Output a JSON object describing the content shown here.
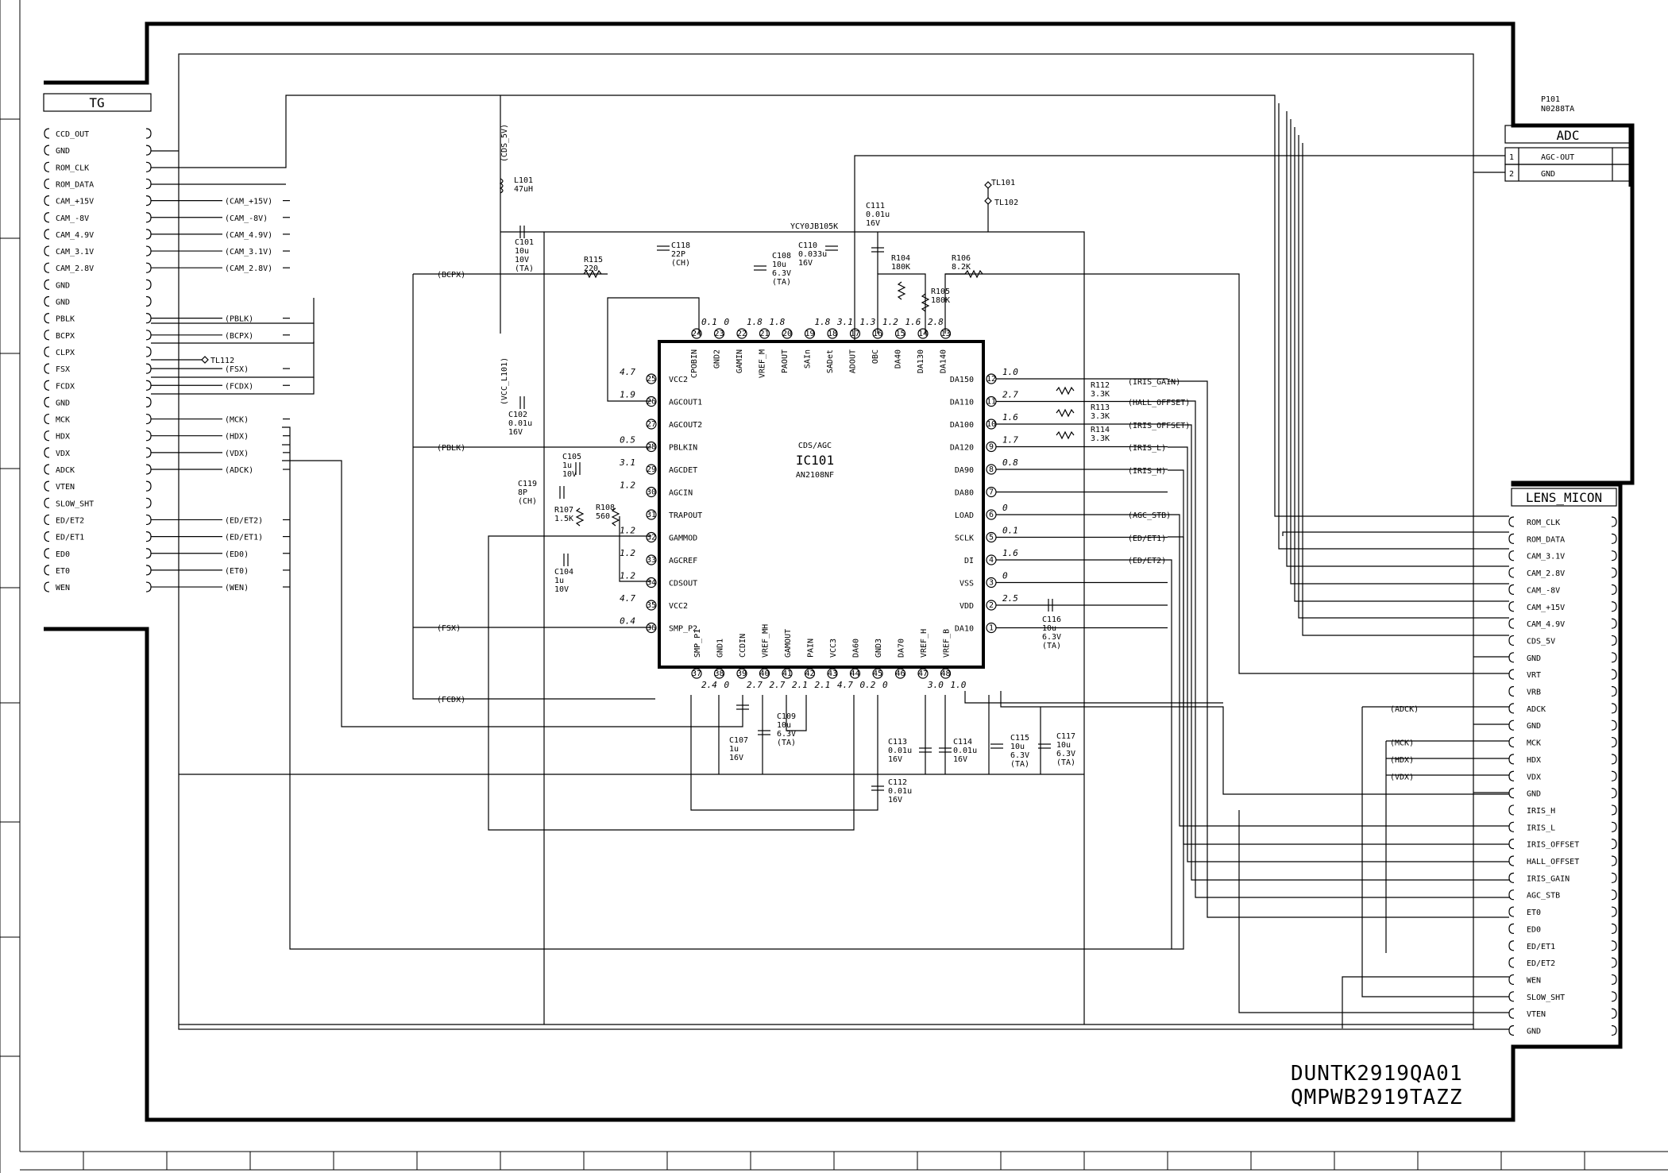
{
  "tg": {
    "header": "TG",
    "pins": [
      "CCD_OUT",
      "GND",
      "ROM_CLK",
      "ROM_DATA",
      "CAM_+15V",
      "CAM_-8V",
      "CAM_4.9V",
      "CAM_3.1V",
      "CAM_2.8V",
      "GND",
      "GND",
      "PBLK",
      "BCPX",
      "CLPX",
      "FSX",
      "FCDX",
      "GND",
      "MCK",
      "HDX",
      "VDX",
      "ADCK",
      "VTEN",
      "SLOW_SHT",
      "ED/ET2",
      "ED/ET1",
      "ED0",
      "ET0",
      "WEN"
    ]
  },
  "tg_net_labels": [
    {
      "row": 4,
      "text": "(CAM_+15V)"
    },
    {
      "row": 5,
      "text": "(CAM_-8V)"
    },
    {
      "row": 6,
      "text": "(CAM_4.9V)"
    },
    {
      "row": 7,
      "text": "(CAM_3.1V)"
    },
    {
      "row": 8,
      "text": "(CAM_2.8V)"
    },
    {
      "row": 11,
      "text": "(PBLK)"
    },
    {
      "row": 12,
      "text": "(BCPX)"
    },
    {
      "row": 14,
      "text": "(FSX)"
    },
    {
      "row": 15,
      "text": "(FCDX)"
    },
    {
      "row": 17,
      "text": "(MCK)"
    },
    {
      "row": 18,
      "text": "(HDX)"
    },
    {
      "row": 19,
      "text": "(VDX)"
    },
    {
      "row": 20,
      "text": "(ADCK)"
    },
    {
      "row": 23,
      "text": "(ED/ET2)"
    },
    {
      "row": 24,
      "text": "(ED/ET1)"
    },
    {
      "row": 25,
      "text": "(ED0)"
    },
    {
      "row": 26,
      "text": "(ET0)"
    },
    {
      "row": 27,
      "text": "(WEN)"
    }
  ],
  "tl112": "TL112",
  "adc": {
    "ref": "P101",
    "part": "N0288TA",
    "header": "ADC",
    "rows": [
      {
        "num": "1",
        "name": "AGC-OUT"
      },
      {
        "num": "2",
        "name": "GND"
      }
    ]
  },
  "tl101": "TL101",
  "tl102": "TL102",
  "lens": {
    "header": "LENS_MICON",
    "pins": [
      "ROM_CLK",
      "ROM_DATA",
      "CAM_3.1V",
      "CAM_2.8V",
      "CAM_-8V",
      "CAM_+15V",
      "CAM_4.9V",
      "CDS_5V",
      "GND",
      "VRT",
      "VRB",
      "ADCK",
      "GND",
      "MCK",
      "HDX",
      "VDX",
      "GND",
      "IRIS_H",
      "IRIS_L",
      "IRIS_OFFSET",
      "HALL_OFFSET",
      "IRIS_GAIN",
      "AGC_STB",
      "ET0",
      "ED0",
      "ED/ET1",
      "ED/ET2",
      "WEN",
      "SLOW_SHT",
      "VTEN",
      "GND"
    ]
  },
  "lens_net_labels": [
    {
      "row": 11,
      "text": "(ADCK)"
    },
    {
      "row": 13,
      "text": "(MCK)"
    },
    {
      "row": 14,
      "text": "(HDX)"
    },
    {
      "row": 15,
      "text": "(VDX)"
    }
  ],
  "ic": {
    "title": "CDS/AGC",
    "ref": "IC101",
    "part": "AN2108NF",
    "top_pins": [
      {
        "num": "24",
        "name": "CPOBIN",
        "v": "0.1"
      },
      {
        "num": "23",
        "name": "GND2",
        "v": "0"
      },
      {
        "num": "22",
        "name": "GAMIN",
        "v": "1.8"
      },
      {
        "num": "21",
        "name": "VREF_M",
        "v": "1.8"
      },
      {
        "num": "20",
        "name": "PAOUT",
        "v": ""
      },
      {
        "num": "19",
        "name": "SAIn",
        "v": "1.8"
      },
      {
        "num": "18",
        "name": "SADet",
        "v": "3.1"
      },
      {
        "num": "17",
        "name": "ADOUT",
        "v": "1.3"
      },
      {
        "num": "16",
        "name": "OBC",
        "v": "1.2"
      },
      {
        "num": "15",
        "name": "DA40",
        "v": "1.6"
      },
      {
        "num": "14",
        "name": "DA130",
        "v": "2.8"
      },
      {
        "num": "13",
        "name": "DA140",
        "v": ""
      }
    ],
    "left_pins": [
      {
        "num": "25",
        "name": "VCC2",
        "v": "4.7"
      },
      {
        "num": "26",
        "name": "AGCOUT1",
        "v": "1.9"
      },
      {
        "num": "27",
        "name": "AGCOUT2",
        "v": ""
      },
      {
        "num": "28",
        "name": "PBLKIN",
        "v": "0.5"
      },
      {
        "num": "29",
        "name": "AGCDET",
        "v": "3.1"
      },
      {
        "num": "30",
        "name": "AGCIN",
        "v": "1.2"
      },
      {
        "num": "31",
        "name": "TRAPOUT",
        "v": ""
      },
      {
        "num": "32",
        "name": "GAMMOD",
        "v": "1.2"
      },
      {
        "num": "33",
        "name": "AGCREF",
        "v": "1.2"
      },
      {
        "num": "34",
        "name": "CDSOUT",
        "v": "1.2"
      },
      {
        "num": "35",
        "name": "VCC2",
        "v": "4.7"
      },
      {
        "num": "36",
        "name": "SMP_P2",
        "v": "0.4"
      }
    ],
    "right_pins": [
      {
        "num": "12",
        "name": "DA150",
        "v": "1.0"
      },
      {
        "num": "11",
        "name": "DA110",
        "v": "2.7"
      },
      {
        "num": "10",
        "name": "DA100",
        "v": "1.6"
      },
      {
        "num": "9",
        "name": "DA120",
        "v": "1.7"
      },
      {
        "num": "8",
        "name": "DA90",
        "v": "0.8"
      },
      {
        "num": "7",
        "name": "DA80",
        "v": ""
      },
      {
        "num": "6",
        "name": "LOAD",
        "v": "0"
      },
      {
        "num": "5",
        "name": "SCLK",
        "v": "0.1"
      },
      {
        "num": "4",
        "name": "DI",
        "v": "1.6"
      },
      {
        "num": "3",
        "name": "VSS",
        "v": "0"
      },
      {
        "num": "2",
        "name": "VDD",
        "v": "2.5"
      },
      {
        "num": "1",
        "name": "DA10",
        "v": ""
      }
    ],
    "bottom_pins": [
      {
        "num": "37",
        "name": "SMP_P1",
        "v": "2.4"
      },
      {
        "num": "38",
        "name": "GND1",
        "v": "0"
      },
      {
        "num": "39",
        "name": "CCDIN",
        "v": "2.7"
      },
      {
        "num": "40",
        "name": "VREF_MH",
        "v": "2.7"
      },
      {
        "num": "41",
        "name": "GAMOUT",
        "v": "2.1"
      },
      {
        "num": "42",
        "name": "PAIN",
        "v": "2.1"
      },
      {
        "num": "43",
        "name": "VCC3",
        "v": "4.7"
      },
      {
        "num": "44",
        "name": "DA60",
        "v": "0.2"
      },
      {
        "num": "45",
        "name": "GND3",
        "v": "0"
      },
      {
        "num": "46",
        "name": "DA70",
        "v": ""
      },
      {
        "num": "47",
        "name": "VREF_H",
        "v": "3.0"
      },
      {
        "num": "48",
        "name": "VREF_B",
        "v": "1.0"
      }
    ]
  },
  "left_nets": [
    "(BCPX)",
    "(PBLK)",
    "(FSX)",
    "(FCDX)",
    "(VCC_L101)",
    "(CDS_5V)"
  ],
  "right_nets": [
    "(IRIS_GAIN)",
    "(HALL_OFFSET)",
    "(IRIS_OFFSET)",
    "(IRIS_L)",
    "(IRIS_H)",
    "(AGC_STB)",
    "(ED/ET1)",
    "(ED/ET2)"
  ],
  "components": [
    {
      "id": "L101",
      "lines": [
        "L101",
        "47uH"
      ]
    },
    {
      "id": "C101",
      "lines": [
        "C101",
        "10u",
        "10V",
        "(TA)"
      ]
    },
    {
      "id": "C102",
      "lines": [
        "C102",
        "0.01u",
        "16V"
      ]
    },
    {
      "id": "R115",
      "lines": [
        "R115",
        "220"
      ]
    },
    {
      "id": "C118",
      "lines": [
        "C118",
        "22P",
        "(CH)"
      ]
    },
    {
      "id": "C108",
      "lines": [
        "C108",
        "10u",
        "6.3V",
        "(TA)"
      ]
    },
    {
      "id": "C110",
      "lines": [
        "C110",
        "0.033u",
        "16V"
      ]
    },
    {
      "id": "YCY",
      "lines": [
        "YCY0JB105K"
      ]
    },
    {
      "id": "C111",
      "lines": [
        "C111",
        "0.01u",
        "16V"
      ]
    },
    {
      "id": "R104",
      "lines": [
        "R104",
        "180K"
      ]
    },
    {
      "id": "R105",
      "lines": [
        "R105",
        "180K"
      ]
    },
    {
      "id": "R106",
      "lines": [
        "R106",
        "8.2K"
      ]
    },
    {
      "id": "R112",
      "lines": [
        "R112",
        "3.3K"
      ]
    },
    {
      "id": "R113",
      "lines": [
        "R113",
        "3.3K"
      ]
    },
    {
      "id": "R114",
      "lines": [
        "R114",
        "3.3K"
      ]
    },
    {
      "id": "C105",
      "lines": [
        "C105",
        "1u",
        "10V"
      ]
    },
    {
      "id": "C119",
      "lines": [
        "C119",
        "8P",
        "(CH)"
      ]
    },
    {
      "id": "R107",
      "lines": [
        "R107",
        "1.5K"
      ]
    },
    {
      "id": "R108",
      "lines": [
        "R108",
        "560"
      ]
    },
    {
      "id": "C104",
      "lines": [
        "C104",
        "1u",
        "10V"
      ]
    },
    {
      "id": "C116",
      "lines": [
        "C116",
        "10u",
        "6.3V",
        "(TA)"
      ]
    },
    {
      "id": "C107",
      "lines": [
        "C107",
        "1u",
        "16V"
      ]
    },
    {
      "id": "C109",
      "lines": [
        "C109",
        "10u",
        "6.3V",
        "(TA)"
      ]
    },
    {
      "id": "C113",
      "lines": [
        "C113",
        "0.01u",
        "16V"
      ]
    },
    {
      "id": "C114",
      "lines": [
        "C114",
        "0.01u",
        "16V"
      ]
    },
    {
      "id": "C115",
      "lines": [
        "C115",
        "10u",
        "6.3V",
        "(TA)"
      ]
    },
    {
      "id": "C117",
      "lines": [
        "C117",
        "10u",
        "6.3V",
        "(TA)"
      ]
    },
    {
      "id": "C112",
      "lines": [
        "C112",
        "0.01u",
        "16V"
      ]
    }
  ],
  "board": {
    "line1": "DUNTK2919QA01",
    "line2": "QMPWB2919TAZZ"
  }
}
